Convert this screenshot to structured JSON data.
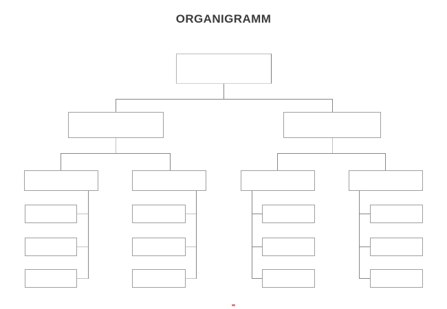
{
  "title": "ORGANIGRAMM",
  "colors": {
    "background": "#ffffff",
    "title_text": "#3b3b3b",
    "box_border": "#9e9e9e",
    "connector": "#858585",
    "connector_light": "#c2c2c2",
    "corner_mark": "#cf8184"
  },
  "org_chart": {
    "type": "tree",
    "root": {
      "label": ""
    },
    "branches": [
      {
        "label": "",
        "departments": [
          {
            "label": "",
            "children": [
              {
                "label": ""
              },
              {
                "label": ""
              },
              {
                "label": ""
              }
            ],
            "spine_side": "right"
          },
          {
            "label": "",
            "children": [
              {
                "label": ""
              },
              {
                "label": ""
              },
              {
                "label": ""
              }
            ],
            "spine_side": "right"
          }
        ]
      },
      {
        "label": "",
        "departments": [
          {
            "label": "",
            "children": [
              {
                "label": ""
              },
              {
                "label": ""
              },
              {
                "label": ""
              }
            ],
            "spine_side": "left"
          },
          {
            "label": "",
            "children": [
              {
                "label": ""
              },
              {
                "label": ""
              },
              {
                "label": ""
              }
            ],
            "spine_side": "left"
          }
        ]
      }
    ]
  }
}
